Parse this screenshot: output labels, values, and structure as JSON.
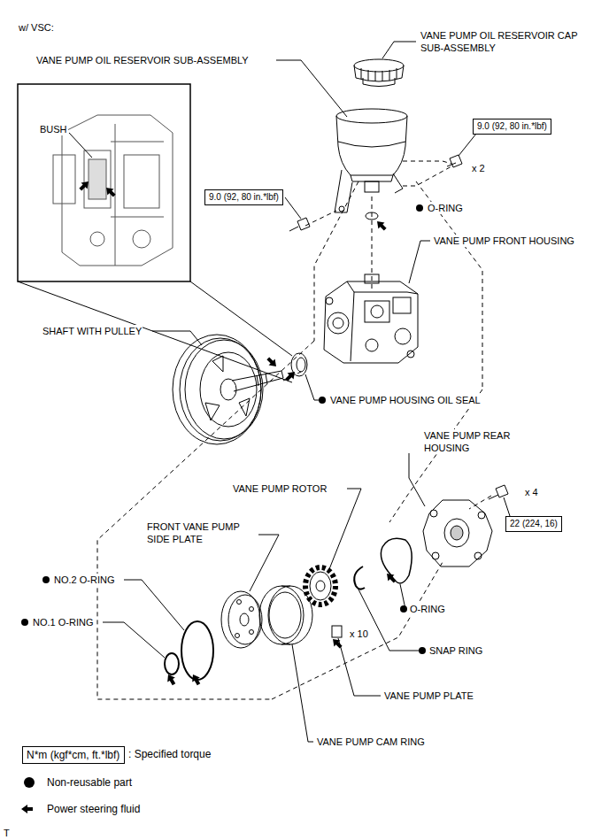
{
  "diagram": {
    "nodes": [
      {
        "text": [
          "BUSH"
        ]
      },
      {
        "text": [
          "9.0 (92, 80 in.*lbf)"
        ]
      },
      {
        "text": [
          "9.0 (92, 80 in.*lbf)"
        ]
      },
      {
        "text": [
          "22 (224, 16)"
        ]
      },
      {
        "text": [
          "N*m (kgf*cm, ft.*lbf)"
        ]
      }
    ],
    "labels": [
      "w/ VSC:",
      "VANE PUMP OIL RESERVOIR SUB-ASSEMBLY",
      "VANE PUMP OIL RESERVOIR CAP SUB-ASSEMBLY",
      "x 2",
      "O-RING",
      "VANE PUMP FRONT HOUSING",
      "SHAFT WITH PULLEY",
      "VANE PUMP HOUSING OIL SEAL",
      "VANE PUMP REAR HOUSING",
      "x 4",
      "VANE PUMP ROTOR",
      "FRONT VANE PUMP SIDE PLATE",
      "NO.2 O-RING",
      "NO.1 O-RING",
      "O-RING",
      "x 10",
      "SNAP RING",
      "VANE PUMP PLATE",
      "VANE PUMP CAM RING",
      "T"
    ],
    "legend": [
      {
        "text": ": Specified torque"
      },
      {
        "text": "Non-reusable part"
      },
      {
        "text": "Power steering fluid"
      }
    ]
  }
}
